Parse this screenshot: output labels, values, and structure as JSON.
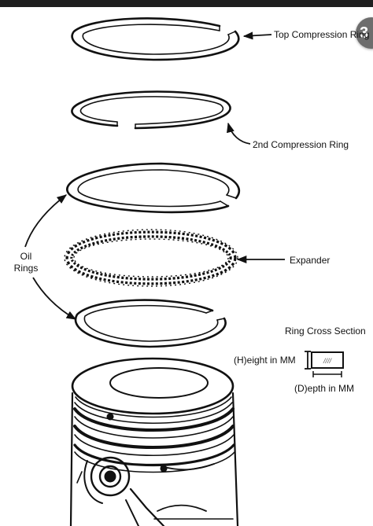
{
  "labels": {
    "top_compression": "Top Compression Ring",
    "second_compression": "2nd Compression Ring",
    "expander": "Expander",
    "oil_rings": "Oil Rings",
    "ring_cross_section": "Ring Cross Section",
    "height": "(H)eight in MM",
    "depth": "(D)epth in MM"
  },
  "badge_glyph": "3",
  "cross_section_hatch": "////",
  "colors": {
    "line": "#111111",
    "background": "#ffffff",
    "top_bar": "#1f1f1f",
    "badge": "#6d6d6d"
  }
}
